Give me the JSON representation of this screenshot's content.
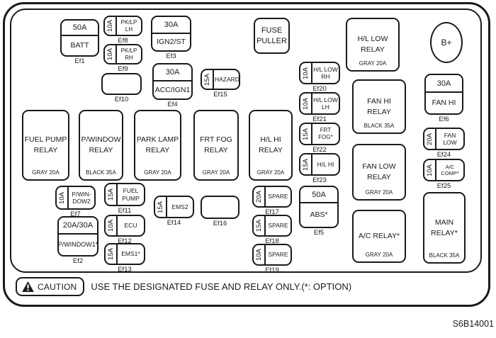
{
  "code": "S6B14001",
  "caution": {
    "label": "CAUTION",
    "text": "USE THE DESIGNATED FUSE AND RELAY ONLY.(*: OPTION)"
  },
  "misc": {
    "fuse_puller": "FUSE\nPULLER",
    "battery_terminal": "B+"
  },
  "fuses": {
    "ef1": {
      "amp": "50A",
      "name": "BATT",
      "ef": "Ef1"
    },
    "ef2": {
      "amp": "20A/30A",
      "name": "P/WINDOW1*",
      "ef": "Ef2"
    },
    "ef3": {
      "amp": "30A",
      "name": "IGN2/ST",
      "ef": "Ef3"
    },
    "ef4": {
      "amp": "30A",
      "name": "ACC/IGN1",
      "ef": "Ef4"
    },
    "ef5": {
      "amp": "50A",
      "name": "ABS*",
      "ef": "Ef5"
    },
    "ef6": {
      "amp": "30A",
      "name": "FAN HI",
      "ef": "Ef6"
    },
    "ef7": {
      "amp": "10A",
      "name": "P/WIN-\nDOW2",
      "ef": "Ef7"
    },
    "ef8": {
      "amp": "10A",
      "name": "PK/LP LH",
      "ef": "Ef8"
    },
    "ef9": {
      "amp": "10A",
      "name": "PK/LP RH",
      "ef": "Ef9"
    },
    "ef11": {
      "amp": "15A",
      "name": "FUEL\nPUMP",
      "ef": "Ef11"
    },
    "ef12": {
      "amp": "10A",
      "name": "ECU",
      "ef": "Ef12"
    },
    "ef13": {
      "amp": "15A",
      "name": "EMS1*",
      "ef": "Ef13"
    },
    "ef14": {
      "amp": "15A",
      "name": "EMS2",
      "ef": "Ef14"
    },
    "ef15": {
      "amp": "15A",
      "name": "HAZARD",
      "ef": "Ef15"
    },
    "ef17": {
      "amp": "20A",
      "name": "SPARE",
      "ef": "Ef17"
    },
    "ef18": {
      "amp": "15A",
      "name": "SPARE",
      "ef": "Ef18"
    },
    "ef19": {
      "amp": "10A",
      "name": "SPARE",
      "ef": "Ef19"
    },
    "ef20": {
      "amp": "10A",
      "name": "H/L LOW\nRH",
      "ef": "Ef20"
    },
    "ef21": {
      "amp": "10A",
      "name": "H/L LOW\nLH",
      "ef": "Ef21"
    },
    "ef22": {
      "amp": "15A",
      "name": "FRT FOG*",
      "ef": "Ef22"
    },
    "ef23": {
      "amp": "15A",
      "name": "H/L HI",
      "ef": "Ef23"
    },
    "ef24": {
      "amp": "20A",
      "name": "FAN LOW",
      "ef": "Ef24"
    },
    "ef25": {
      "amp": "10A",
      "name": "A/C COMP*",
      "ef": "Ef25"
    }
  },
  "empty_slots": {
    "ef10": {
      "ef": "Ef10"
    },
    "ef16": {
      "ef": "Ef16"
    }
  },
  "relays": {
    "fuel_pump": {
      "name": "FUEL PUMP\nRELAY",
      "color": "GRAY 20A"
    },
    "p_window": {
      "name": "P/WINDOW\nRELAY",
      "color": "BLACK 35A"
    },
    "park_lamp": {
      "name": "PARK LAMP\nRELAY",
      "color": "GRAY 20A"
    },
    "frt_fog": {
      "name": "FRT FOG\nRELAY",
      "color": "GRAY 20A"
    },
    "hl_hi": {
      "name": "H/L HI\nRELAY",
      "color": "GRAY 20A"
    },
    "hl_low": {
      "name": "H/L LOW\nRELAY",
      "color": "GRAY 20A"
    },
    "fan_hi": {
      "name": "FAN HI\nRELAY",
      "color": "BLACK 35A"
    },
    "fan_low": {
      "name": "FAN LOW\nRELAY",
      "color": "GRAY 20A"
    },
    "ac": {
      "name": "A/C RELAY*",
      "color": "GRAY 20A"
    },
    "main": {
      "name": "MAIN\nRELAY*",
      "color": "BLACK 35A"
    }
  },
  "colors": {
    "line": "#1a1a1a",
    "background": "#ffffff"
  }
}
